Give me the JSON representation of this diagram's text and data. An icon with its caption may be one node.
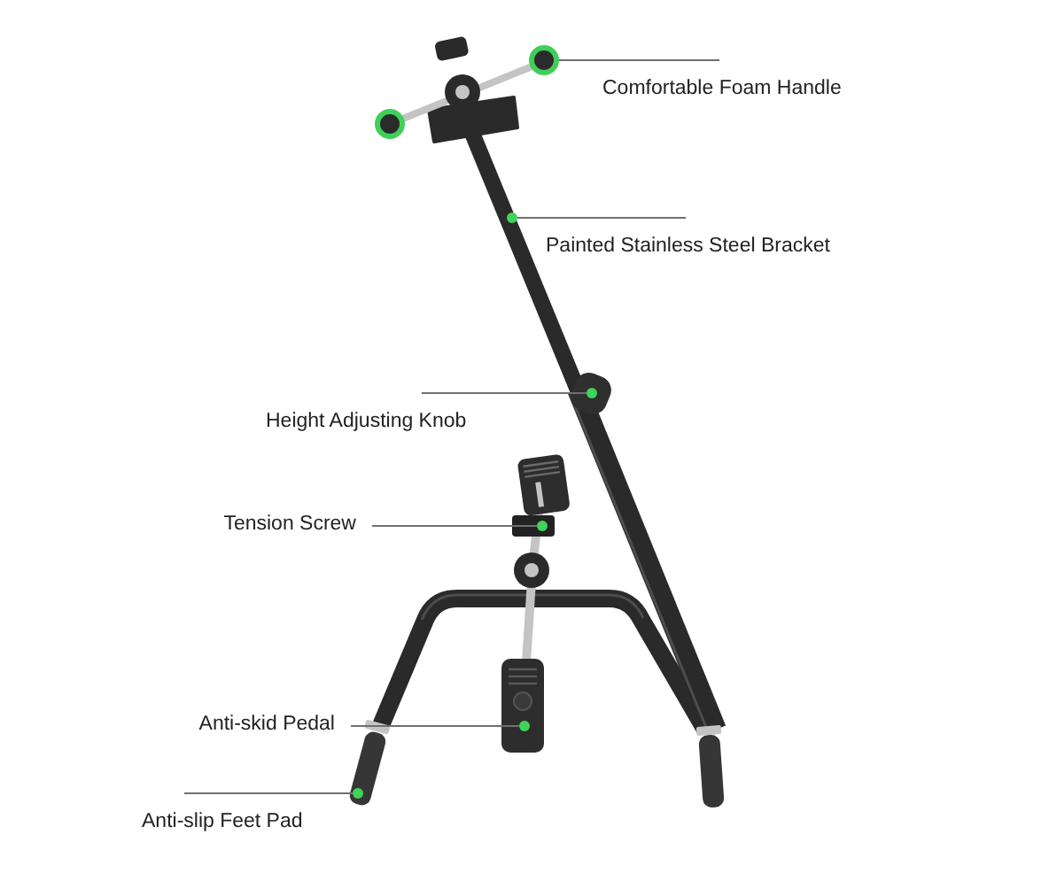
{
  "diagram": {
    "nodes": [
      {
        "text": [
          "Comfortable Foam Handle"
        ]
      },
      {
        "text": [],
        "shape": "circle"
      },
      {
        "text": [
          "Painted Stainless Steel Bracket"
        ]
      },
      {
        "text": [],
        "shape": "circle"
      },
      {
        "text": [
          "Height Adjusting Knob"
        ]
      },
      {
        "text": [],
        "shape": "circle"
      },
      {
        "text": [
          "Tension Screw"
        ]
      },
      {
        "text": [],
        "shape": "circle"
      },
      {
        "text": [
          "Anti-skid Pedal"
        ]
      },
      {
        "text": [],
        "shape": "circle"
      },
      {
        "text": [
          "Anti-slip Feet Pad"
        ]
      },
      {
        "text": [],
        "shape": "circle"
      }
    ],
    "edges": [
      {
        "from": 0,
        "to": 1,
        "arrow": "none"
      },
      {
        "from": 2,
        "to": 3,
        "arrow": "none"
      },
      {
        "from": 4,
        "to": 5,
        "arrow": "none"
      },
      {
        "from": 6,
        "to": 7,
        "arrow": "none"
      },
      {
        "from": 8,
        "to": 9,
        "arrow": "none"
      },
      {
        "from": 10,
        "to": 11,
        "arrow": "none"
      }
    ]
  }
}
